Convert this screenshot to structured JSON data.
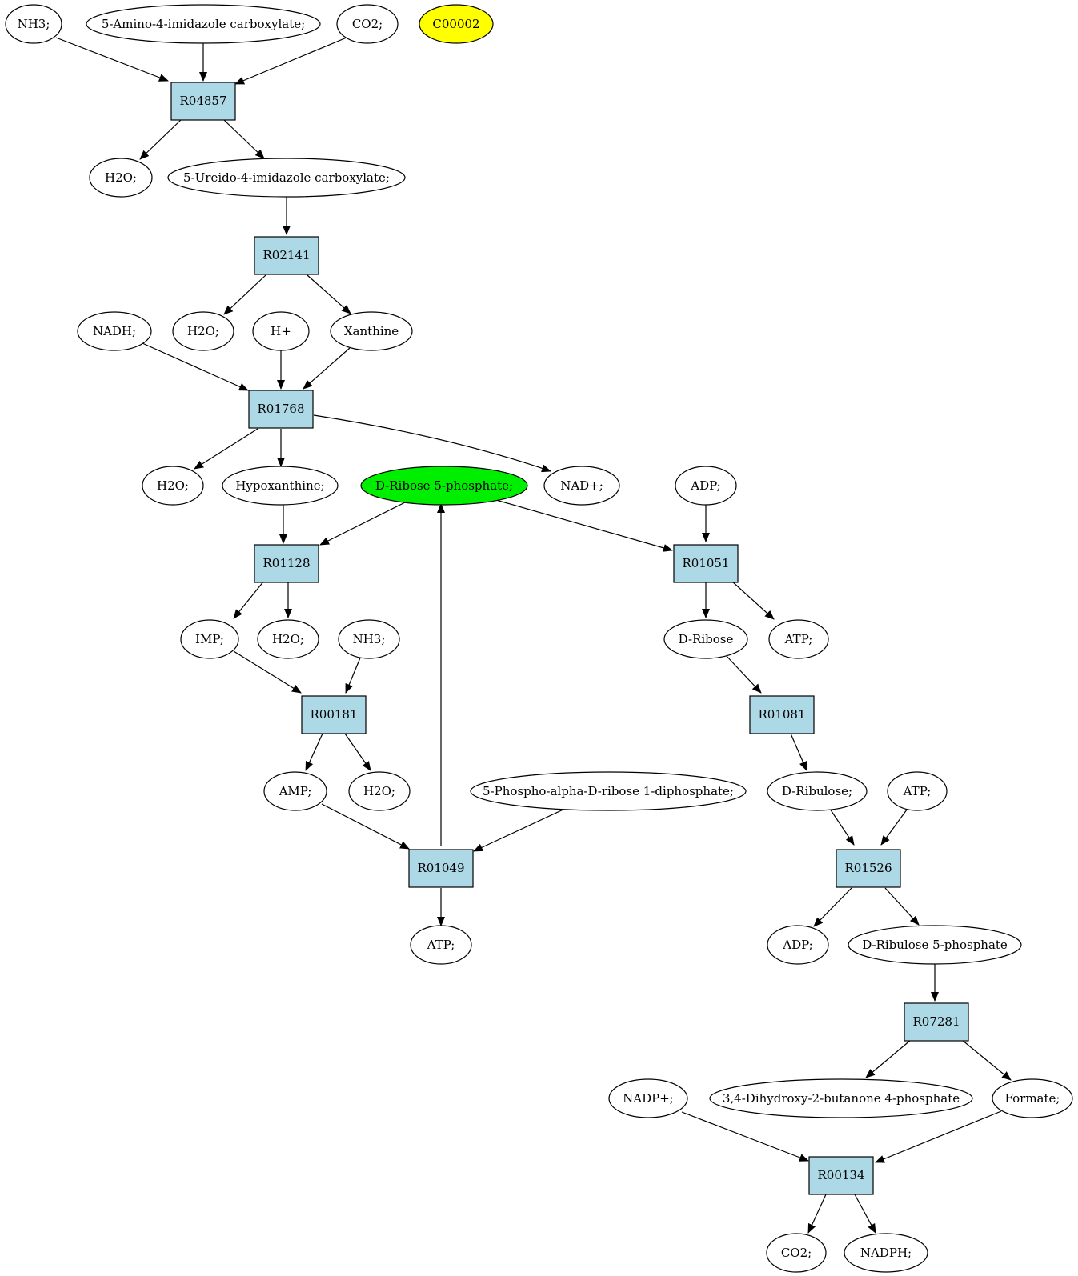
{
  "colors": {
    "compound_fill": "#ffffff",
    "reaction_fill": "#add8e6",
    "highlight_yellow": "#ffff00",
    "highlight_green": "#00ee00",
    "stroke": "#000000"
  },
  "compounds": {
    "nh3_a": "NH3;",
    "amino_imidazole": "5-Amino-4-imidazole carboxylate;",
    "co2_a": "CO2;",
    "c00002": "C00002",
    "h2o_a": "H2O;",
    "ureido_imidazole": "5-Ureido-4-imidazole carboxylate;",
    "nadh": "NADH;",
    "h2o_b": "H2O;",
    "h_plus": "H+",
    "xanthine": "Xanthine",
    "h2o_c": "H2O;",
    "hypoxanthine": "Hypoxanthine;",
    "d_ribose_5p": "D-Ribose 5-phosphate;",
    "nad_plus": "NAD+;",
    "adp_a": "ADP;",
    "imp": "IMP;",
    "h2o_d": "H2O;",
    "nh3_b": "NH3;",
    "d_ribose": "D-Ribose",
    "atp_a": "ATP;",
    "amp": "AMP;",
    "h2o_e": "H2O;",
    "prpp": "5-Phospho-alpha-D-ribose 1-diphosphate;",
    "d_ribulose": "D-Ribulose;",
    "atp_b": "ATP;",
    "atp_c": "ATP;",
    "adp_b": "ADP;",
    "d_ribulose_5p": "D-Ribulose 5-phosphate",
    "nadp_plus": "NADP+;",
    "dhbp": "3,4-Dihydroxy-2-butanone 4-phosphate",
    "formate": "Formate;",
    "co2_b": "CO2;",
    "nadph": "NADPH;"
  },
  "reactions": {
    "r04857": "R04857",
    "r02141": "R02141",
    "r01768": "R01768",
    "r01128": "R01128",
    "r01051": "R01051",
    "r00181": "R00181",
    "r01081": "R01081",
    "r01049": "R01049",
    "r01526": "R01526",
    "r07281": "R07281",
    "r00134": "R00134"
  }
}
